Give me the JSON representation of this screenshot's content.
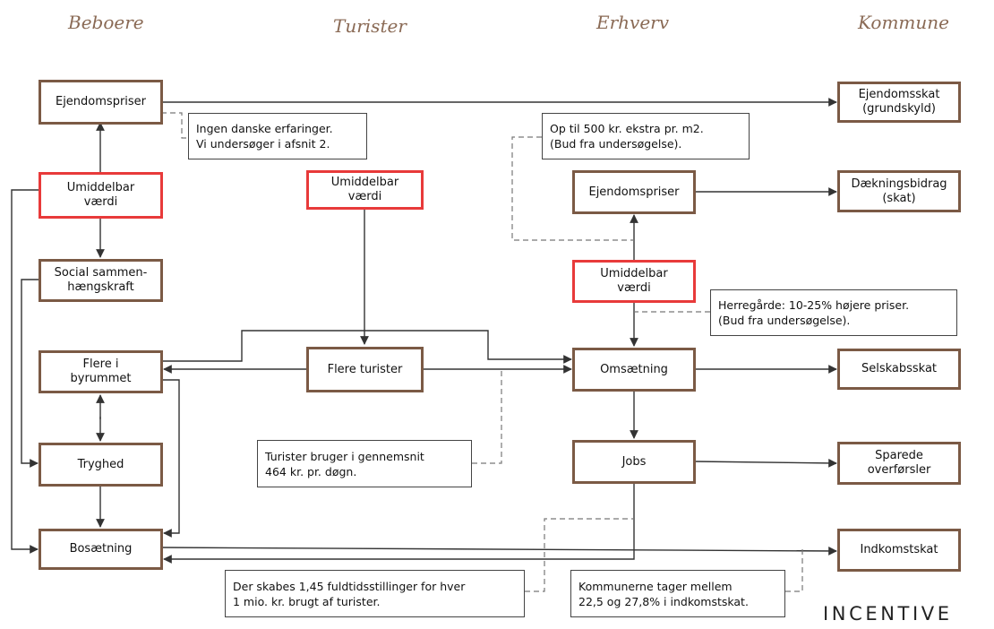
{
  "headers": {
    "beboere": "Beboere",
    "turister": "Turister",
    "erhverv": "Erhverv",
    "kommune": "Kommune"
  },
  "boxes": {
    "ejendomspriser_beboere": "Ejendomspriser",
    "umiddelbar_beboere": [
      "Umiddelbar",
      "værdi"
    ],
    "social": [
      "Social sammen-",
      "hængskraft"
    ],
    "flere_byrummet": [
      "Flere i",
      "byrummet"
    ],
    "tryghed": "Tryghed",
    "bosaetning": "Bosætning",
    "umiddelbar_turister": [
      "Umiddelbar",
      "værdi"
    ],
    "flere_turister": "Flere turister",
    "ejendomspriser_erhverv": "Ejendomspriser",
    "umiddelbar_erhverv": [
      "Umiddelbar",
      "værdi"
    ],
    "omsaetning": "Omsætning",
    "jobs": "Jobs",
    "ejendomsskat": [
      "Ejendomsskat",
      "(grundskyld)"
    ],
    "daekningsbidrag": [
      "Dækningsbidrag",
      "(skat)"
    ],
    "selskabsskat": "Selskabsskat",
    "sparede": [
      "Sparede",
      "overførsler"
    ],
    "indkomstskat": "Indkomstskat"
  },
  "notes": {
    "ingen_danske": [
      "Ingen danske erfaringer.",
      "Vi undersøger i afsnit 2."
    ],
    "op_til_500": [
      "Op til 500 kr. ekstra pr. m2.",
      "(Bud fra undersøgelse)."
    ],
    "herregaarde": [
      "Herregårde: 10-25% højere priser.",
      "(Bud fra undersøgelse)."
    ],
    "turister_bruger": [
      "Turister bruger i gennemsnit",
      "464 kr. pr. døgn."
    ],
    "der_skabes": [
      "Der skabes 1,45 fuldtidsstillinger for hver",
      "1 mio. kr. brugt af turister."
    ],
    "kommunerne": [
      "Kommunerne tager mellem",
      "22,5 og 27,8% i indkomstskat."
    ]
  },
  "logo": "INCENTIVE",
  "colors": {
    "header": "#8a6a55",
    "box_border": "#7b5a45",
    "highlight_border": "#e83a3a",
    "line": "#333333"
  }
}
